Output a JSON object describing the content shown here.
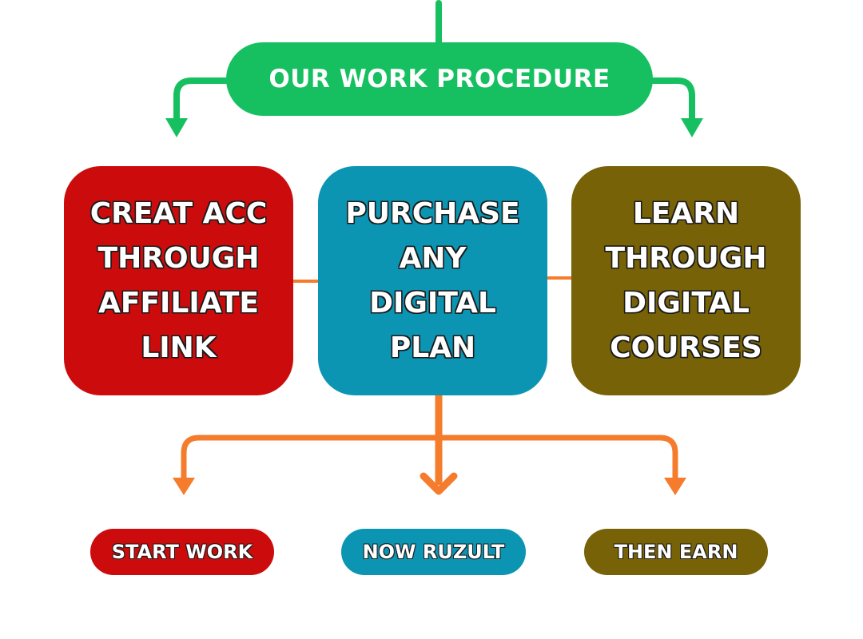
{
  "header": {
    "title": "OUR WORK PROCEDURE",
    "color": "#16c060"
  },
  "steps": [
    {
      "label": "CREAT ACC\nTHROUGH\nAFFILIATE\nLINK",
      "color": "#cc0c0c"
    },
    {
      "label": "PURCHASE\nANY\nDIGITAL\nPLAN",
      "color": "#0c95b3"
    },
    {
      "label": "LEARN\nTHROUGH\nDIGITAL\nCOURSES",
      "color": "#776208"
    }
  ],
  "results": [
    {
      "label": "START WORK",
      "color": "#cc0c0c"
    },
    {
      "label": "NOW RUZULT",
      "color": "#0c95b3"
    },
    {
      "label": "THEN EARN",
      "color": "#776208"
    }
  ],
  "connector_colors": {
    "top": "#16c060",
    "bottom": "#f47c2c"
  }
}
